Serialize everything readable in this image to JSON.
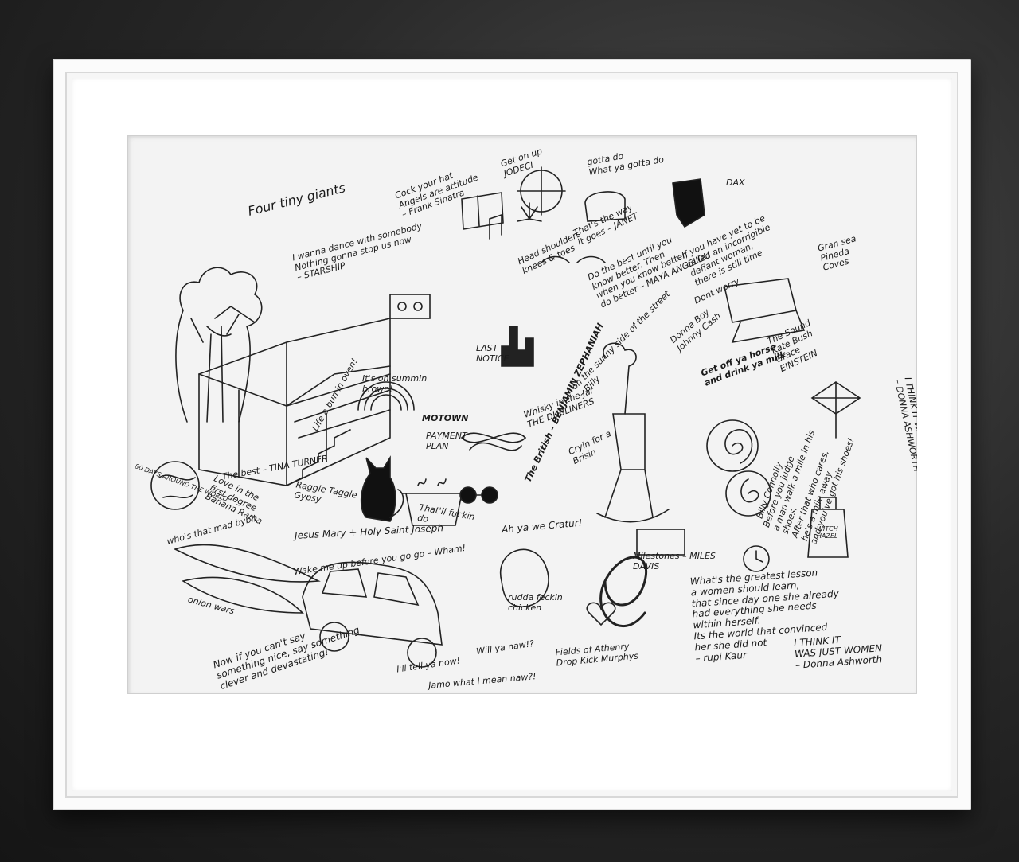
{
  "artwork": {
    "title_text": "Four tiny giants",
    "texts": [
      {
        "id": "lyric-starship",
        "text": "I wanna dance with somebody\nNothing gonna stop us now\n– STARSHIP"
      },
      {
        "id": "lyric-cock-your-hat",
        "text": "Cock your hat\nAngels are attitude\n– Frank Sinatra"
      },
      {
        "id": "lyric-get-on-up",
        "text": "Get on up\nJODECI"
      },
      {
        "id": "lyric-gotta-do",
        "text": "gotta do\nWhat ya gotta do"
      },
      {
        "id": "lyric-thats-the-way",
        "text": "That's the way\nit goes – JANET"
      },
      {
        "id": "label-dax",
        "text": "DAX"
      },
      {
        "id": "lyric-maya",
        "text": "Do the best until you\nknow better. Then\nwhen you know better,\ndo better – MAYA ANGELOU"
      },
      {
        "id": "lyric-incorrigible",
        "text": "If you have yet to be\ncalled an incorrigible\ndefiant woman,\nthere is still time"
      },
      {
        "id": "lyric-dont-worry",
        "text": "Dont worry"
      },
      {
        "id": "label-gran-sea",
        "text": "Gran sea\nPineda\nCoves"
      },
      {
        "id": "lyric-head-shoulders",
        "text": "Head shoulders\nknees & toes"
      },
      {
        "id": "lyric-sunny-side",
        "text": "on the sunny side of the street\n– Billy"
      },
      {
        "id": "label-zephaniah",
        "text": "The British – BENJAMIN ZEPHANIAH"
      },
      {
        "id": "lyric-donna-boy",
        "text": "Donna Boy\nJohnny Cash"
      },
      {
        "id": "lyric-kate-bush",
        "text": "The Sound\nKate Bush\nGrace\nEINSTEIN"
      },
      {
        "id": "lyric-get-off-your-horse",
        "text": "Get off ya horse\nand drink ya milk"
      },
      {
        "id": "lyric-think-it-was",
        "text": "I THINK IT WAS JUST WOMEN\n– DONNA ASHWORTH"
      },
      {
        "id": "lyric-its-on-summin",
        "text": "It's on summin\nbrown!"
      },
      {
        "id": "lyric-life-a-bun",
        "text": "Life a bun in oven!"
      },
      {
        "id": "label-last-notice",
        "text": "LAST\nNOTICE"
      },
      {
        "id": "label-motown",
        "text": "MOTOWN"
      },
      {
        "id": "label-payment-plan",
        "text": "PAYMENT\nPLAN"
      },
      {
        "id": "lyric-whisky",
        "text": "Whisky in the Jar\nTHE DUBLINERS"
      },
      {
        "id": "lyric-crisin",
        "text": "Cryin for a\nBrisin"
      },
      {
        "id": "lyric-before-you-judge",
        "text": "Before you judge\na man walk a mile in his shoes.\nAfter that who cares,\nhe's a mile away\nand you've got his shoes!"
      },
      {
        "id": "lyric-billy-connolly",
        "text": "Billy Connolly"
      },
      {
        "id": "label-80-days",
        "text": "80 DAYS AROUND THE WORLD"
      },
      {
        "id": "lyric-tina",
        "text": "The best – TINA TURNER"
      },
      {
        "id": "lyric-love-first-degree",
        "text": "Love in the\nfirst degree\nBanana Rama"
      },
      {
        "id": "lyric-raggle-taggle",
        "text": "Raggle Taggle\nGypsy"
      },
      {
        "id": "lyric-thatll-do",
        "text": "That'll fuckin\ndo"
      },
      {
        "id": "lyric-jesus-mary",
        "text": "Jesus Mary + Holy Saint Joseph"
      },
      {
        "id": "lyric-ah-ya-we-cratur",
        "text": "Ah ya we Cratur!"
      },
      {
        "id": "lyric-whos-that-mad",
        "text": "who's that mad bybit"
      },
      {
        "id": "lyric-wake-me-up",
        "text": "Wake me up before you go go – Wham!"
      },
      {
        "id": "label-milestones",
        "text": "Milestones – MILES\nDAVIS"
      },
      {
        "id": "lyric-greatest-lesson",
        "text": "What's the greatest lesson\na women should learn,\nthat since day one she already\nhad everything she needs\nwithin herself.\nIts the world that convinced\nher she did not\n– rupi Kaur"
      },
      {
        "id": "lyric-i-think-it",
        "text": "I THINK IT\nWAS JUST WOMEN\n– Donna Ashworth"
      },
      {
        "id": "lyric-onion-wars",
        "text": "onion wars"
      },
      {
        "id": "lyric-now-if-you-cant",
        "text": "Now if you can't say\nsomething nice, say something\nclever and devastating!"
      },
      {
        "id": "lyric-ill-tell-ya-now",
        "text": "I'll tell ya now!"
      },
      {
        "id": "lyric-will-ya-naw",
        "text": "Will ya naw!?"
      },
      {
        "id": "lyric-jaimo",
        "text": "Jamo what I mean naw?!"
      },
      {
        "id": "lyric-rudda-feckin",
        "text": "rudda feckin\nchicken"
      },
      {
        "id": "lyric-fields",
        "text": "Fields of Athenry\nDrop Kick Murphys"
      },
      {
        "id": "label-witch-hazel",
        "text": "WITCH\nHAZEL"
      }
    ]
  }
}
